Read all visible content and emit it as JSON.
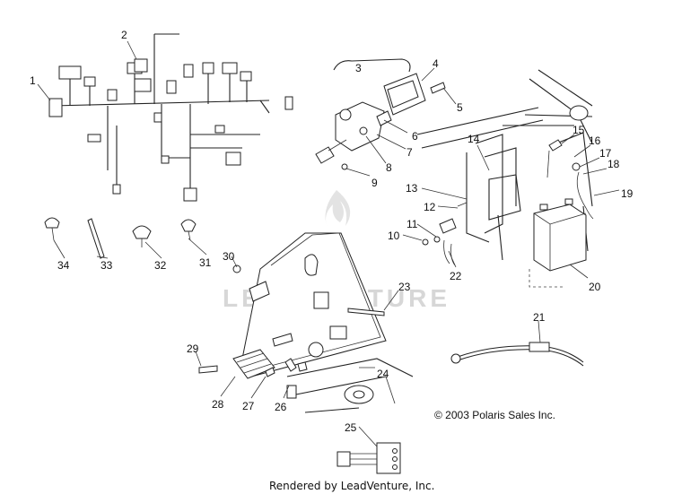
{
  "callouts": [
    "1",
    "2",
    "3",
    "4",
    "5",
    "6",
    "7",
    "8",
    "9",
    "10",
    "11",
    "12",
    "13",
    "14",
    "15",
    "16",
    "17",
    "18",
    "19",
    "20",
    "21",
    "22",
    "23",
    "24",
    "25",
    "26",
    "27",
    "28",
    "29",
    "30",
    "31",
    "32",
    "33",
    "34"
  ],
  "watermark": "LEADVENTURE",
  "copyright": "© 2003 Polaris Sales Inc.",
  "footer": "Rendered by LeadVenture, Inc."
}
